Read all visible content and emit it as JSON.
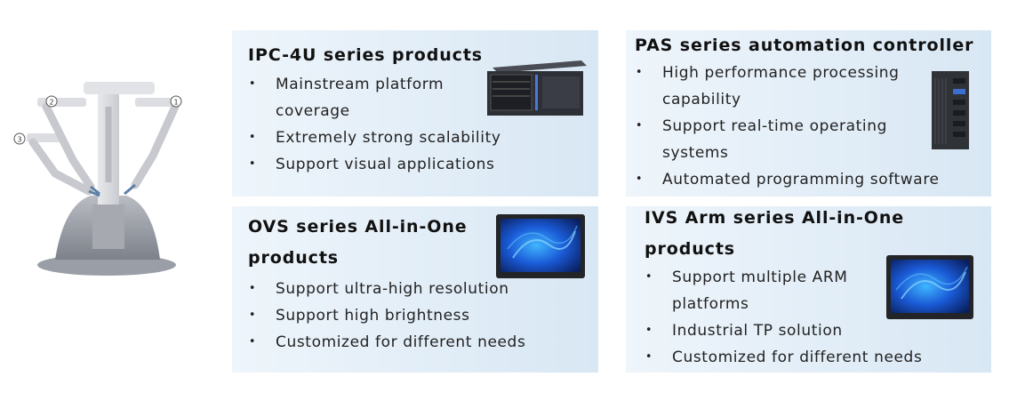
{
  "cards": [
    {
      "title": "IPC-4U series products",
      "bullets": [
        "Mainstream platform",
        "coverage",
        "Extremely strong scalability",
        "Support visual applications"
      ]
    },
    {
      "title": "PAS series automation controller",
      "bullets": [
        "High performance processing",
        "capability",
        "Support real-time operating",
        "systems",
        "Automated programming software"
      ]
    },
    {
      "title_lines": [
        "OVS series All-in-One",
        "products"
      ],
      "bullets": [
        "Support ultra-high resolution",
        "Support high brightness",
        "Customized for different needs"
      ]
    },
    {
      "title_lines": [
        "IVS Arm series All-in-One",
        "products"
      ],
      "bullets": [
        "Support multiple ARM",
        "platforms",
        "Industrial TP solution",
        "Customized for different needs"
      ]
    }
  ],
  "bullet_glyph": "•",
  "robot_arm_labels": [
    "1",
    "2",
    "3"
  ]
}
